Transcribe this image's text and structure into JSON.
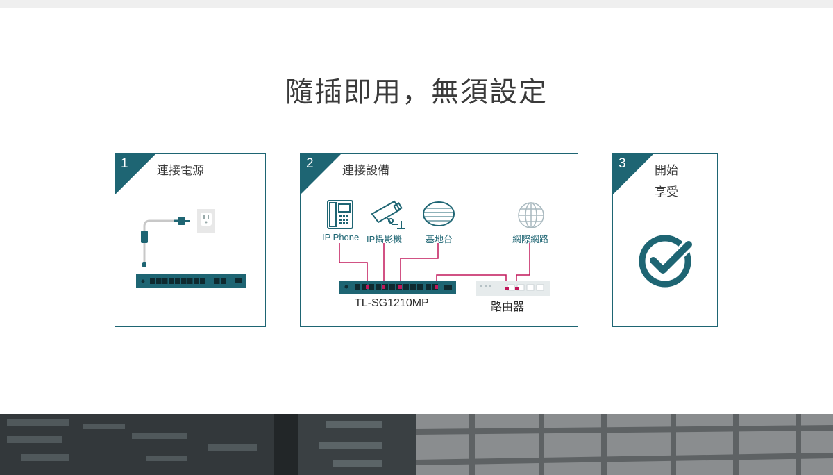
{
  "page": {
    "title": "隨插即用，無須設定"
  },
  "steps": [
    {
      "number": "1",
      "label": "連接電源"
    },
    {
      "number": "2",
      "label": "連接設備"
    },
    {
      "number": "3",
      "label": "開始享受"
    }
  ],
  "devices": {
    "ip_phone": "IP Phone",
    "ip_camera": "IP攝影機",
    "access_point": "基地台",
    "internet": "網際網路"
  },
  "switch_model": "TL-SG1210MP",
  "router_label": "路由器",
  "colors": {
    "teal": "#1e6573",
    "magenta": "#c2185b",
    "outlet": "#e8e8e8"
  },
  "icons": {
    "plug": "power-plug-icon",
    "outlet": "wall-outlet-icon",
    "phone": "ip-phone-icon",
    "camera": "ip-camera-icon",
    "ap": "access-point-icon",
    "globe": "globe-icon",
    "check": "checkmark-circle-icon"
  }
}
